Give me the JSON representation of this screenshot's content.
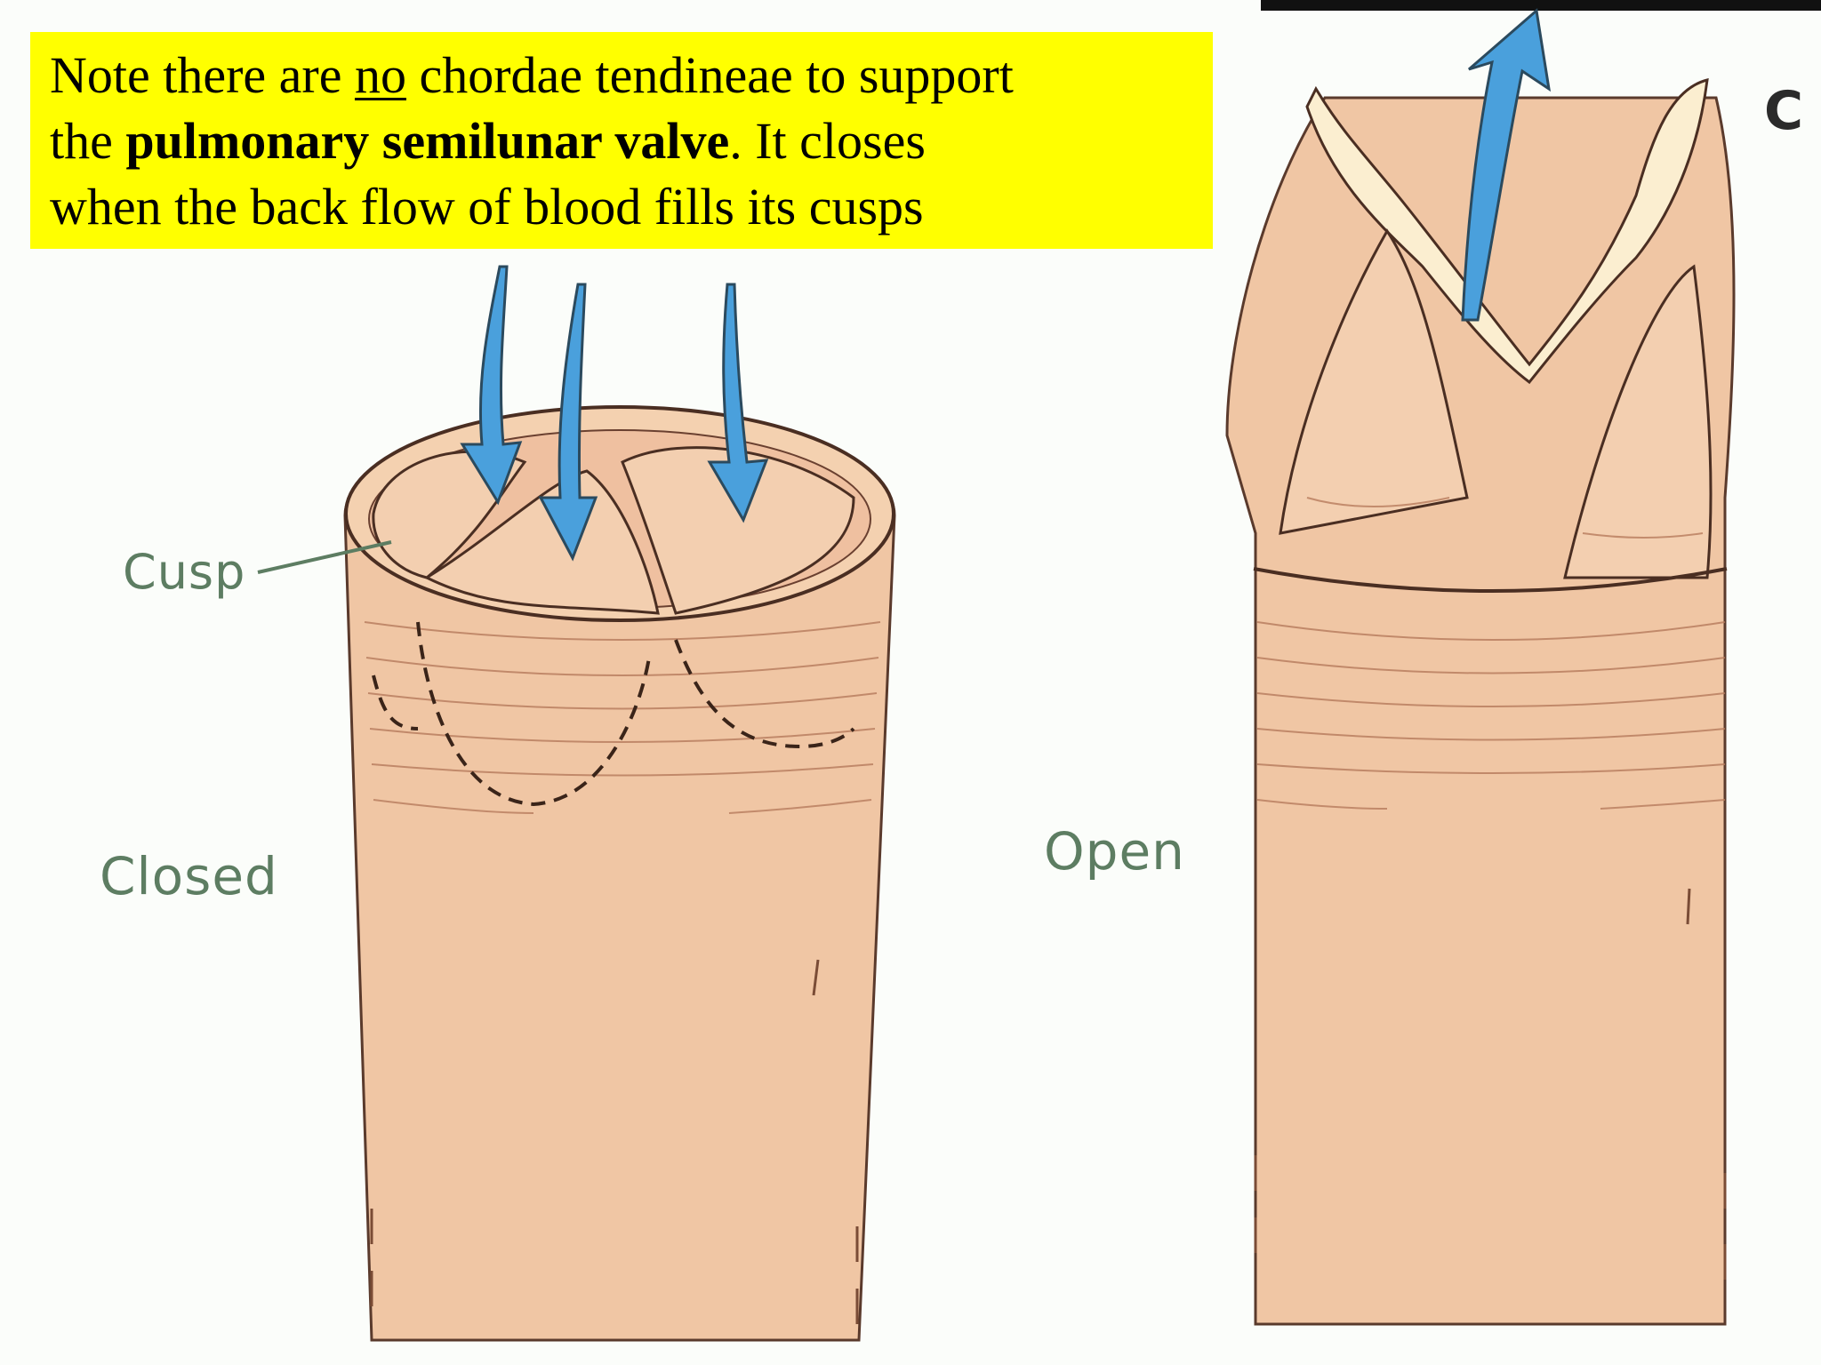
{
  "note": {
    "line1_before": "Note there are ",
    "line1_underlined": "no",
    "line1_after": " chordae tendineae to support",
    "line2_before": "the ",
    "line2_bold": "pulmonary semilunar valve",
    "line2_after": ".  It closes",
    "line3": "when the back flow of blood fills its cusps"
  },
  "labels": {
    "cusp": "Cusp",
    "closed": "Closed",
    "open": "Open",
    "panel_letter": "C"
  },
  "colors": {
    "highlight": "#ffff00",
    "vessel": "#f0c6a4",
    "vessel_shade": "#e2ab88",
    "arrow": "#4aa0dc",
    "label": "#5d7d62"
  }
}
